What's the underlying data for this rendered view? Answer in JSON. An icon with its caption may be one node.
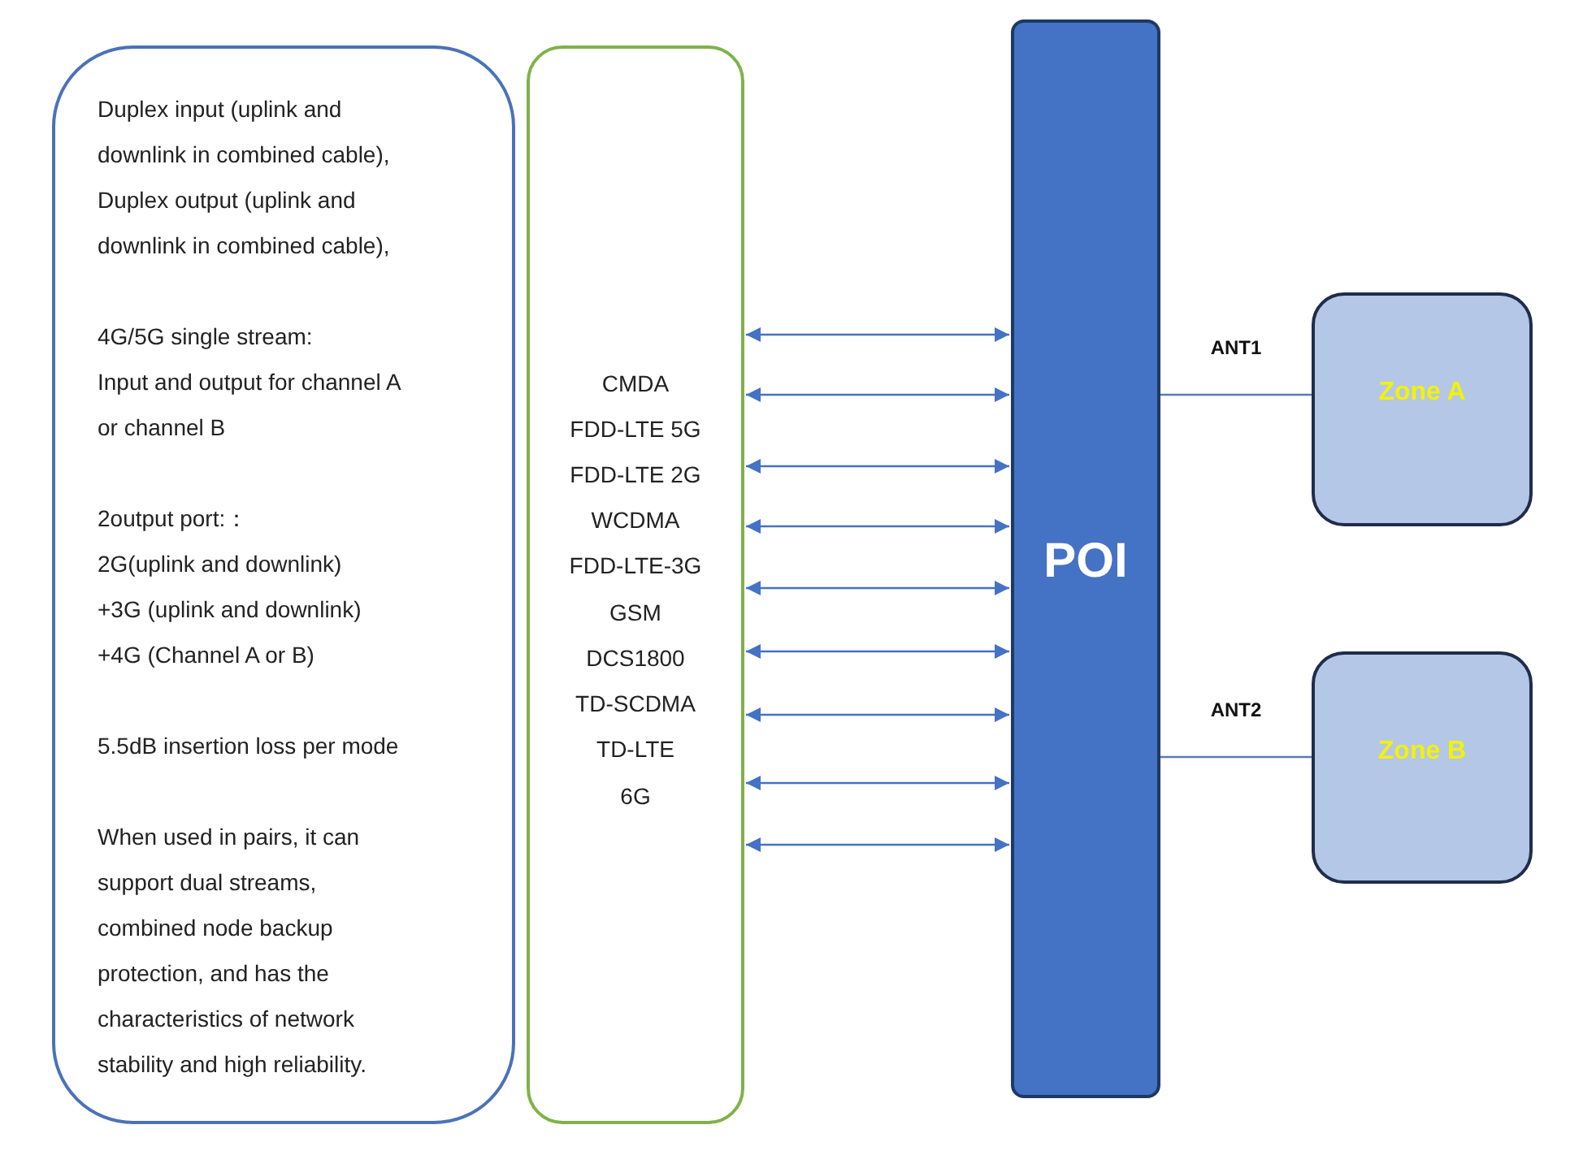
{
  "diagram": {
    "nodes": [
      {
        "text": [
          "Duplex input (uplink and downlink in combined cable),",
          "Duplex output (uplink and downlink in combined cable),",
          "4G/5G single stream:",
          "Input and output for channel A or channel B",
          "2output port:：",
          "2G(uplink and downlink)",
          "+3G (uplink and downlink)",
          "+4G (Channel A or B)",
          "5.5dB insertion loss per mode",
          "When used in pairs, it can support dual streams, combined node backup protection, and has the characteristics of network stability and high reliability."
        ]
      },
      {
        "text": [
          "CMDA",
          "FDD-LTE 5G",
          "FDD-LTE 2G",
          "WCDMA",
          "FDD-LTE-3G",
          "GSM",
          "DCS1800",
          "TD-SCDMA",
          "TD-LTE",
          "6G"
        ]
      },
      {
        "text": [
          "POI"
        ]
      },
      {
        "text": [
          "Zone A"
        ]
      },
      {
        "text": [
          "Zone B"
        ]
      }
    ],
    "edges": [
      {
        "from": 1,
        "to": 2,
        "arrow": "both"
      },
      {
        "from": 1,
        "to": 2,
        "arrow": "both"
      },
      {
        "from": 1,
        "to": 2,
        "arrow": "both"
      },
      {
        "from": 1,
        "to": 2,
        "arrow": "both"
      },
      {
        "from": 1,
        "to": 2,
        "arrow": "both"
      },
      {
        "from": 1,
        "to": 2,
        "arrow": "both"
      },
      {
        "from": 1,
        "to": 2,
        "arrow": "both"
      },
      {
        "from": 1,
        "to": 2,
        "arrow": "both"
      },
      {
        "from": 1,
        "to": 2,
        "arrow": "both"
      },
      {
        "from": 2,
        "to": 3,
        "arrow": "none",
        "label": "ANT1"
      },
      {
        "from": 2,
        "to": 4,
        "arrow": "none",
        "label": "ANT2"
      }
    ]
  }
}
